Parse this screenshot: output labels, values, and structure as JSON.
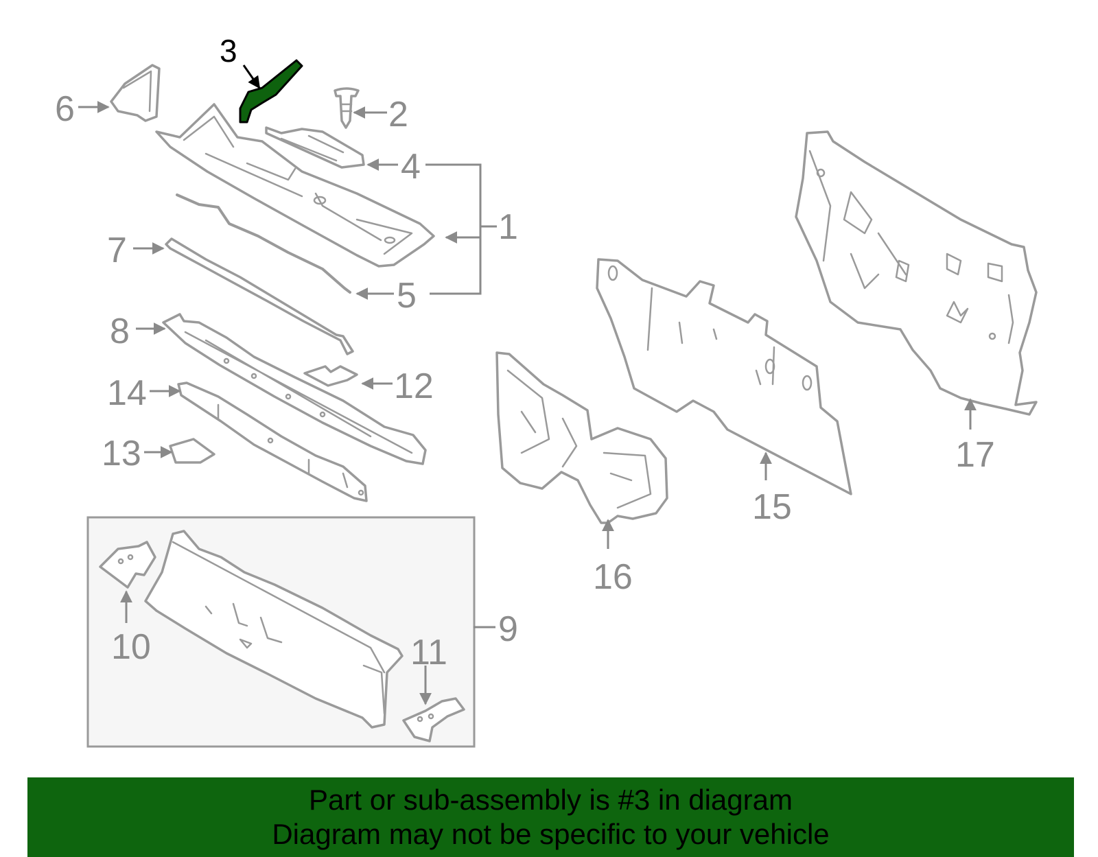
{
  "callouts": [
    "1",
    "2",
    "3",
    "4",
    "5",
    "6",
    "7",
    "8",
    "9",
    "10",
    "11",
    "12",
    "13",
    "14",
    "15",
    "16",
    "17"
  ],
  "highlighted_part": "3",
  "colors": {
    "highlight": "#0e620e",
    "banner": "#0e650e",
    "line": "#9a9a9a",
    "label": "#8c8c8c"
  },
  "banner": {
    "line1": "Part or sub-assembly is #3 in diagram",
    "line2": "Diagram may not be specific to your vehicle"
  }
}
